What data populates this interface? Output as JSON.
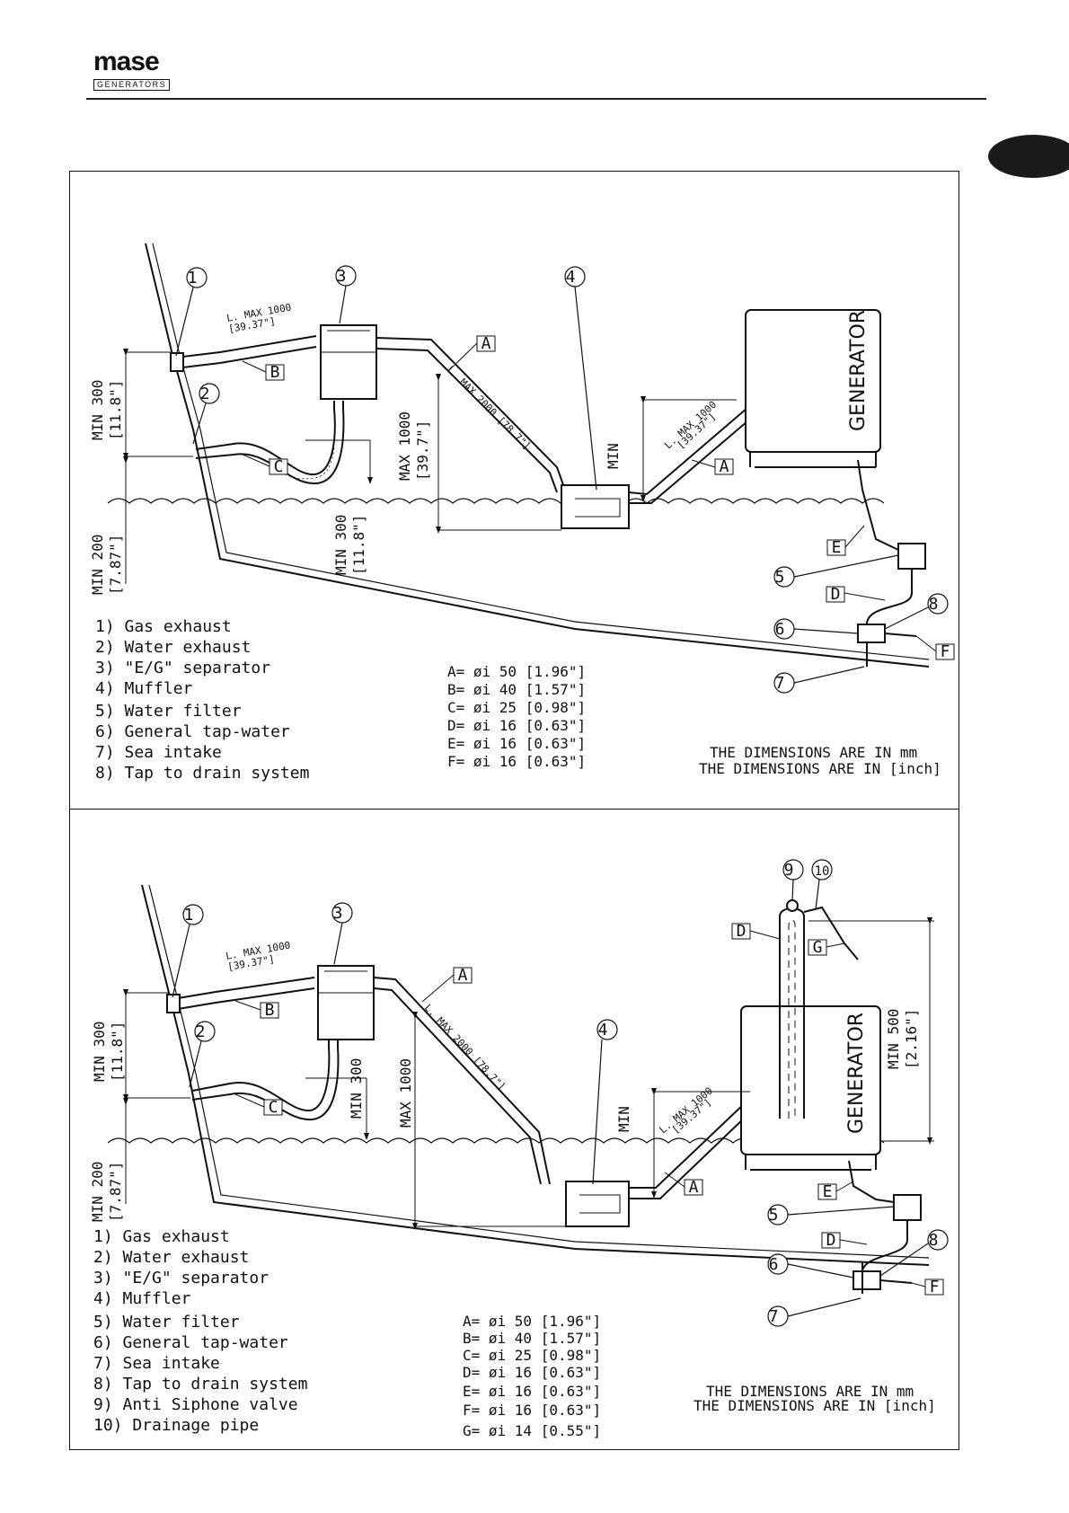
{
  "header": {
    "logo_word": "mase",
    "logo_sub": "GENERATORS"
  },
  "diagrams": [
    {
      "generator_label": "GENERATOR",
      "callouts": [
        "1",
        "2",
        "3",
        "4",
        "5",
        "6",
        "7",
        "8"
      ],
      "pipe_tags": [
        "A",
        "A",
        "B",
        "C",
        "D",
        "E",
        "F"
      ],
      "dimensions": {
        "lmax_sep": "L. MAX 1000",
        "lmax_sep_in": "[39.37\"]",
        "lmax_hose": "L. MAX 2000 [78.7\"]",
        "lmax_gen": "L. MAX 1000",
        "lmax_gen_in": "[39.37\"]",
        "min300_top": "MIN 300",
        "min300_top_in": "[11.8\"]",
        "min200": "MIN 200",
        "min200_in": "[7.87\"]",
        "max1000": "MAX 1000",
        "max1000_in": "[39.7\"]",
        "min300_mid": "MIN 300",
        "min300_mid_in": "[11.8\"]",
        "min": "MIN"
      },
      "legend": [
        "1) Gas exhaust",
        "2) Water exhaust",
        "3) \"E/G\" separator",
        "4) Muffler",
        "5) Water filter",
        "6) General tap-water",
        "7) Sea intake",
        "8) Tap to drain system"
      ],
      "pipes": [
        "A= øi 50 [1.96\"]",
        "B= øi 40 [1.57\"]",
        "C= øi 25 [0.98\"]",
        "D= øi 16 [0.63\"]",
        "E= øi 16 [0.63\"]",
        "F= øi 16 [0.63\"]"
      ],
      "notes": [
        "THE DIMENSIONS ARE IN mm",
        "THE DIMENSIONS ARE IN [inch]"
      ]
    },
    {
      "generator_label": "GENERATOR",
      "callouts": [
        "1",
        "2",
        "3",
        "4",
        "5",
        "6",
        "7",
        "8",
        "9",
        "10"
      ],
      "pipe_tags": [
        "A",
        "A",
        "B",
        "C",
        "D",
        "D",
        "E",
        "F",
        "G"
      ],
      "dimensions": {
        "lmax_sep": "L. MAX 1000",
        "lmax_sep_in": "[39.37\"]",
        "lmax_hose": "L. MAX 2000 [78.7\"]",
        "lmax_gen": "L. MAX 1000",
        "lmax_gen_in": "[39.37\"]",
        "min300_top": "MIN 300",
        "min300_top_in": "[11.8\"]",
        "min200": "MIN 200",
        "min200_in": "[7.87\"]",
        "max1000": "MAX 1000",
        "min300_mid": "MIN 300",
        "min": "MIN",
        "min500": "MIN 500",
        "min500_in": "[2.16\"]"
      },
      "legend": [
        "1) Gas exhaust",
        "2) Water exhaust",
        "3) \"E/G\" separator",
        "4) Muffler",
        "5) Water filter",
        "6) General tap-water",
        "7) Sea intake",
        "8) Tap to drain system",
        "9) Anti Siphone valve",
        "10) Drainage pipe"
      ],
      "pipes": [
        "A= øi 50 [1.96\"]",
        "B= øi 40 [1.57\"]",
        "C= øi 25 [0.98\"]",
        "D= øi 16 [0.63\"]",
        "E= øi 16 [0.63\"]",
        "F= øi 16 [0.63\"]",
        "G= øi 14 [0.55\"]"
      ],
      "notes": [
        "THE DIMENSIONS ARE IN mm",
        "THE DIMENSIONS ARE IN [inch]"
      ]
    }
  ]
}
